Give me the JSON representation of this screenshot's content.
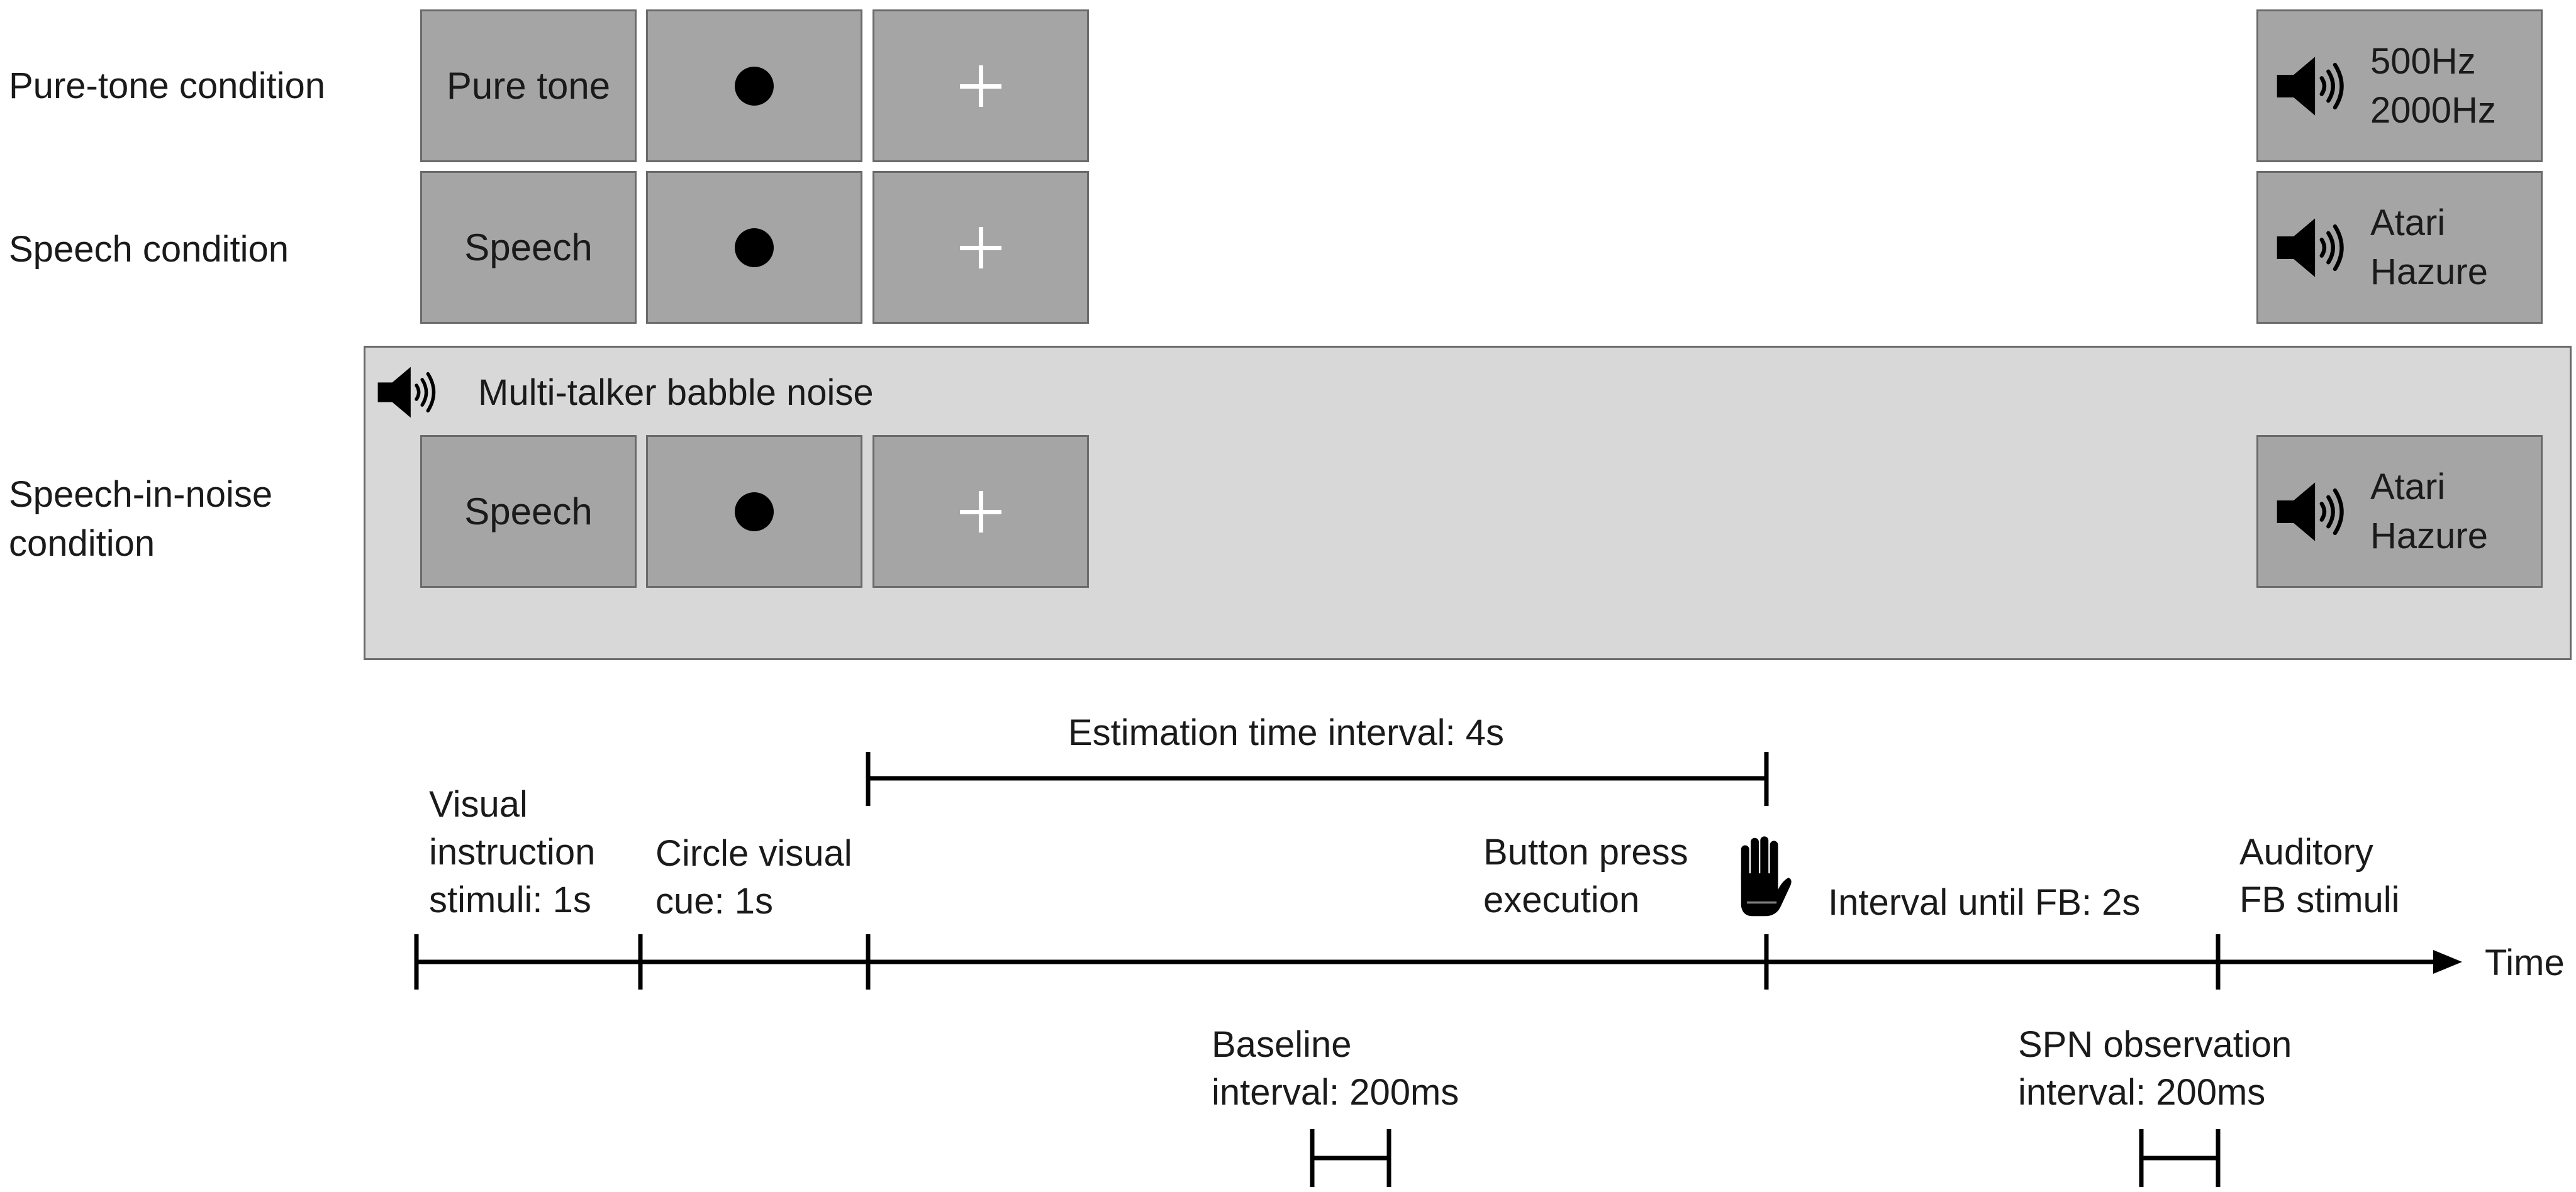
{
  "conditions": [
    {
      "label": "Pure-tone condition",
      "cue_label": "Pure tone",
      "fb_lines": [
        "500Hz",
        "2000Hz"
      ]
    },
    {
      "label": "Speech condition",
      "cue_label": "Speech",
      "fb_lines": [
        "Atari",
        "Hazure"
      ]
    },
    {
      "label_lines": [
        "Speech-in-noise",
        "condition"
      ],
      "cue_label": "Speech",
      "fb_lines": [
        "Atari",
        "Hazure"
      ],
      "noise_label": "Multi-talker babble noise"
    }
  ],
  "timeline": {
    "phases": [
      {
        "lines": [
          "Visual",
          "instruction",
          "stimuli: 1s"
        ]
      },
      {
        "lines": [
          "Circle visual",
          "cue: 1s"
        ]
      },
      {
        "lines": [
          "Button press",
          "execution"
        ]
      },
      {
        "lines": [
          "Interval until FB: 2s"
        ]
      },
      {
        "lines": [
          "Auditory",
          "FB stimuli"
        ]
      }
    ],
    "estimation_label": "Estimation time interval: 4s",
    "axis_label": "Time",
    "baseline_lines": [
      "Baseline",
      "interval: 200ms"
    ],
    "spn_lines": [
      "SPN observation",
      "interval: 200ms"
    ]
  },
  "icons": {
    "speaker": "speaker-icon",
    "hand": "hand-icon"
  },
  "colors": {
    "box_fill": "#a5a5a5",
    "panel_fill": "#d8d8d8",
    "border": "#6a6a6a"
  }
}
